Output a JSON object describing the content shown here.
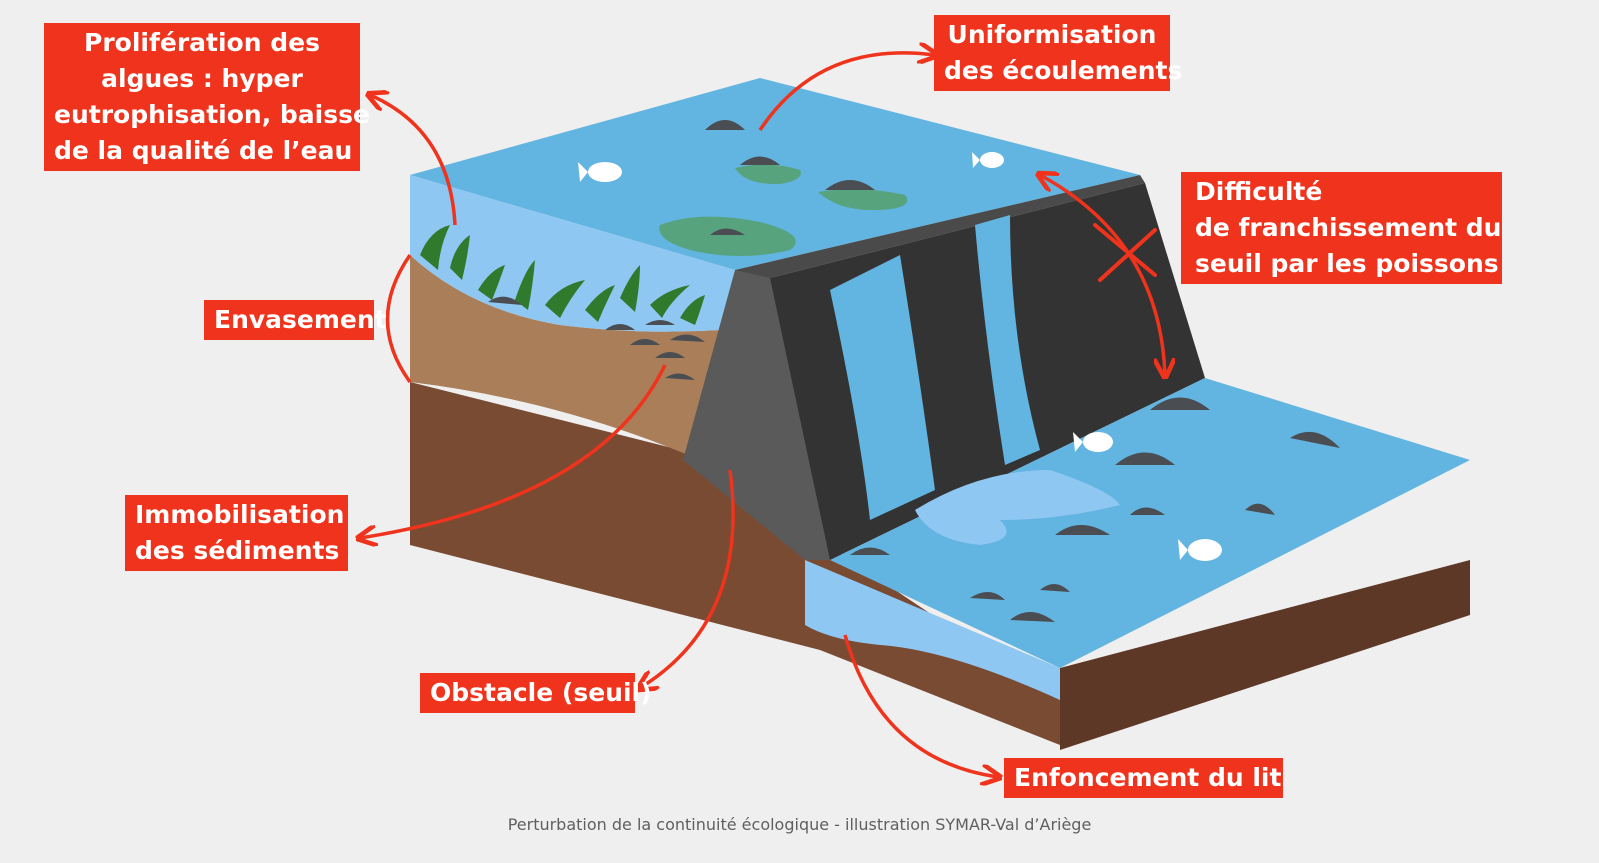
{
  "labels": {
    "algae": [
      "Prolifération des",
      "algues : hyper",
      "eutrophisation, baisse",
      "de la qualité de l’eau"
    ],
    "uniform": [
      "Uniformisation",
      "des écoulements"
    ],
    "difficulty": [
      "Difficulté",
      "de franchissement du",
      "seuil par les poissons"
    ],
    "siltation": [
      "Envasement"
    ],
    "immobilisation": [
      "Immobilisation",
      "des sédiments"
    ],
    "obstacle": [
      "Obstacle (seuil)"
    ],
    "incision": [
      "Enfoncement du lit"
    ]
  },
  "caption": "Perturbation de la continuité écologique  - illustration SYMAR-Val d’Ariège",
  "colors": {
    "label_bg": "#f0331c",
    "arrow": "#f0331c",
    "water": "#62b4e1",
    "water_light": "#8fc7f3",
    "sediment": "#a97e58",
    "soil": "#7a4b33",
    "soil_dark": "#5e3826",
    "weir": "#333333",
    "weir_light": "#5a5a5a",
    "algae": "#2f7a2d",
    "stone": "#4a4d52"
  }
}
